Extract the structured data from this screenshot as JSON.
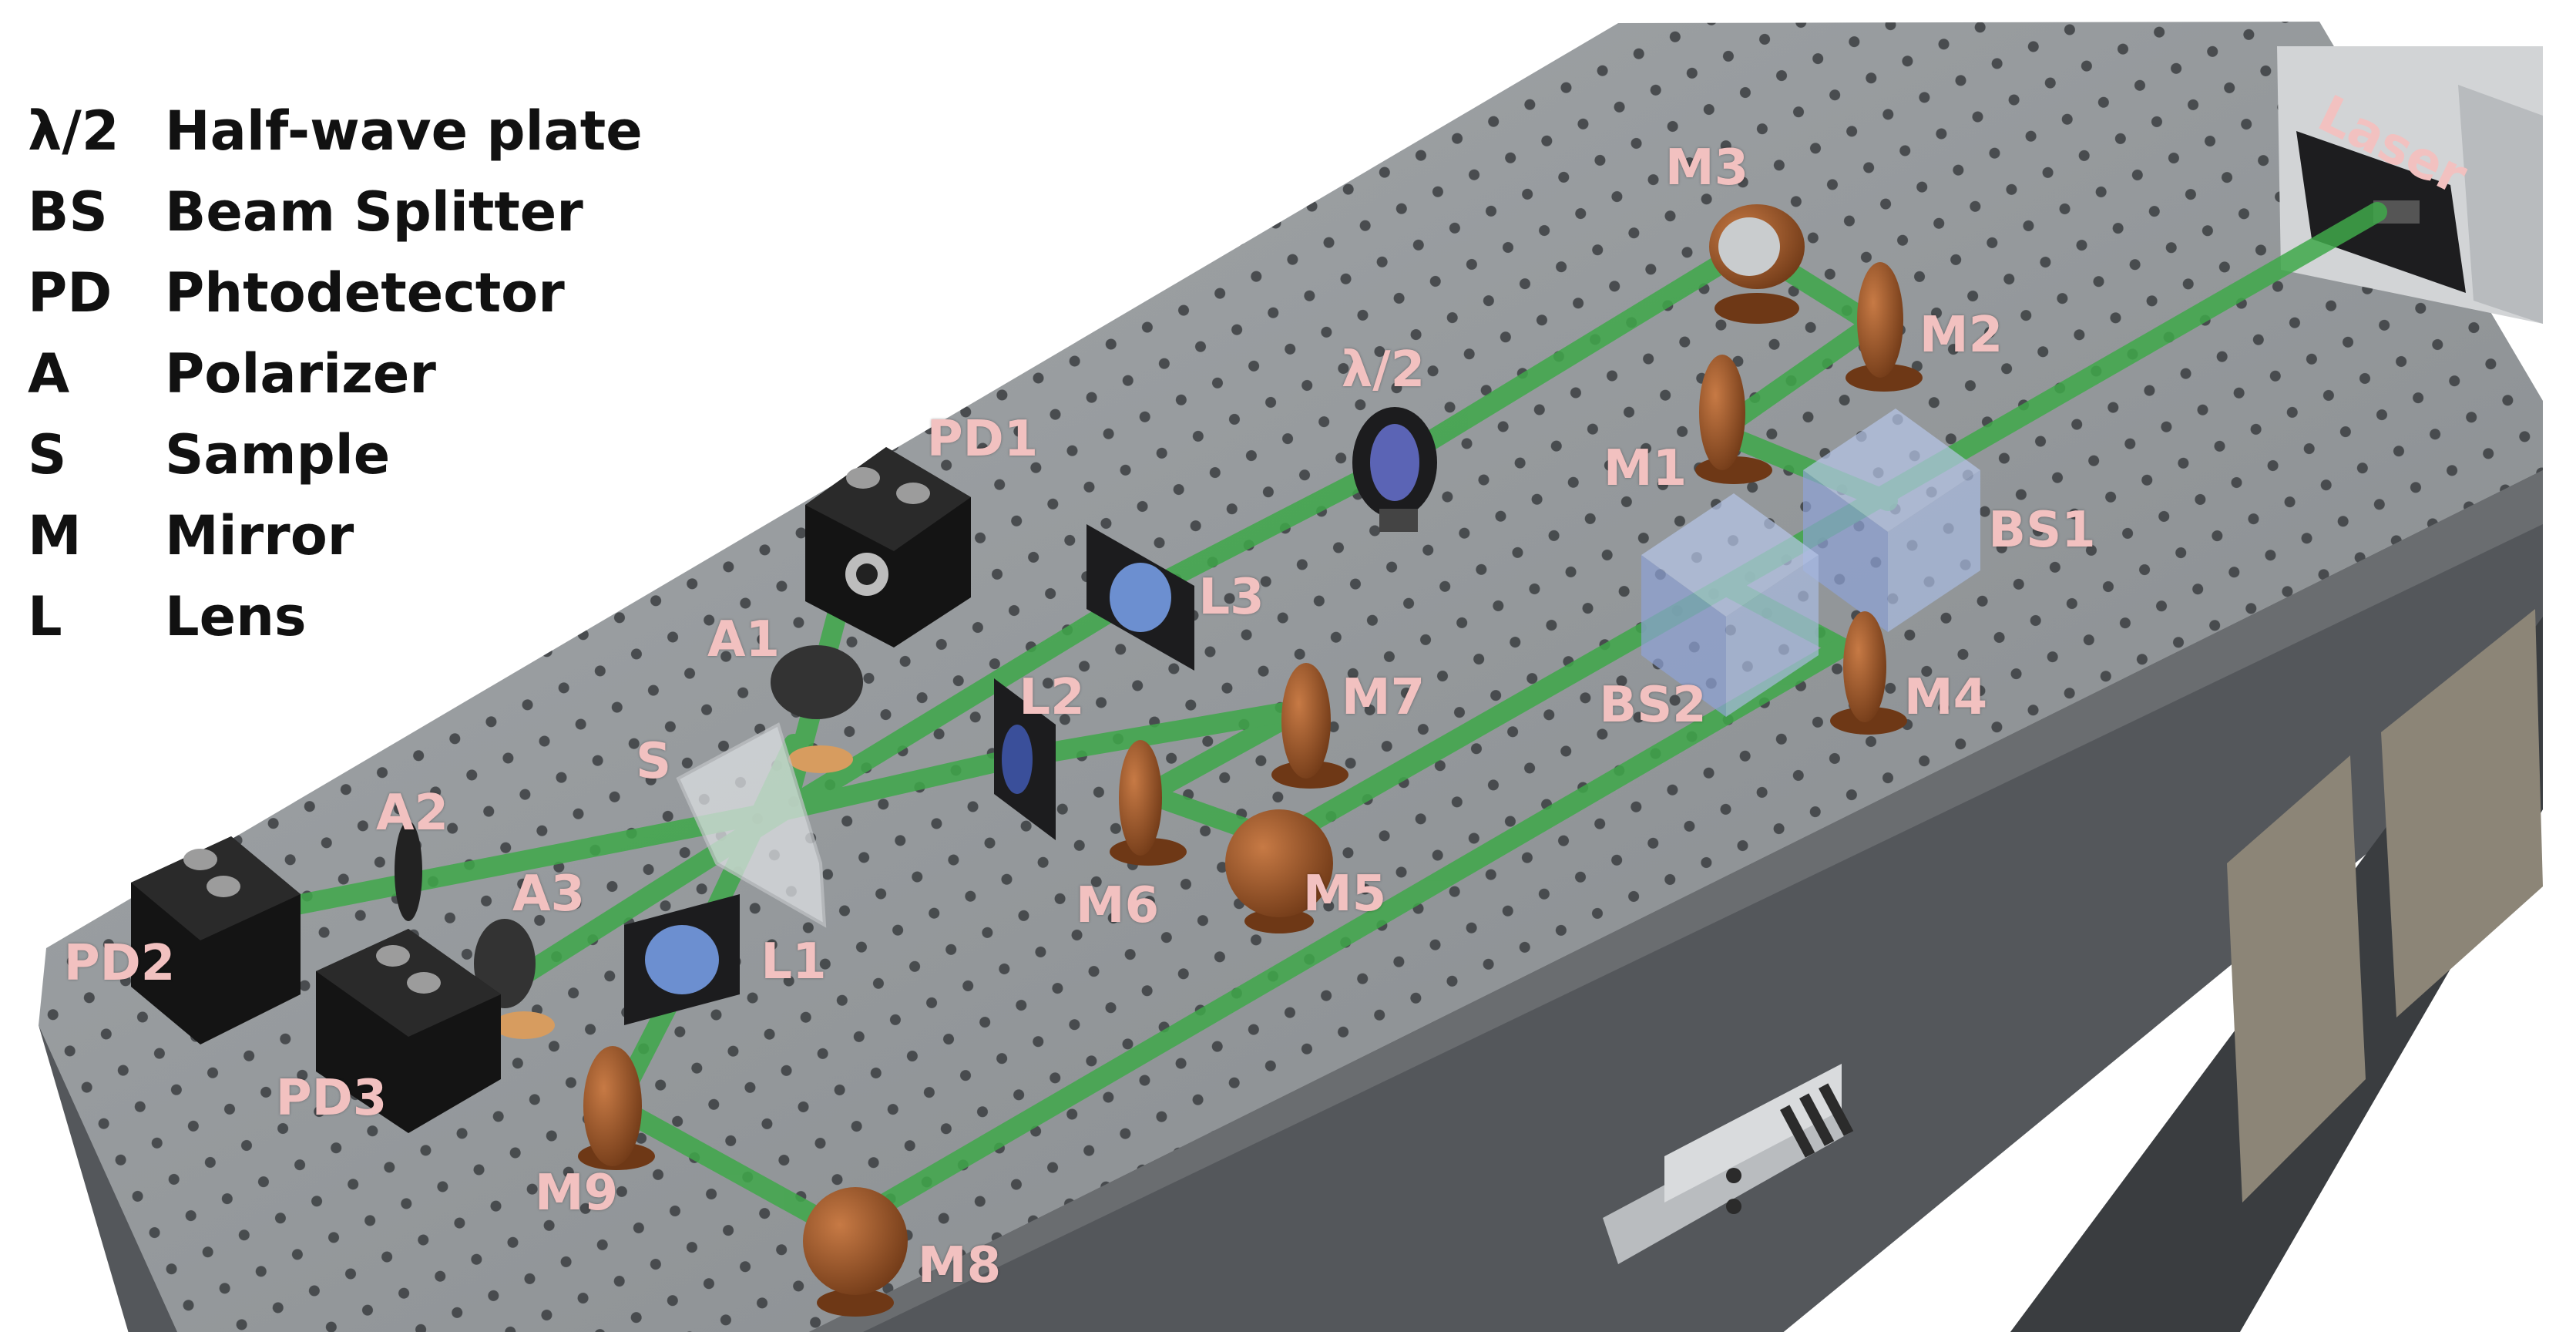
{
  "legend": [
    {
      "abbr": "λ/2",
      "desc": "Half-wave plate"
    },
    {
      "abbr": "BS",
      "desc": "Beam Splitter"
    },
    {
      "abbr": "PD",
      "desc": "Phtodetector"
    },
    {
      "abbr": "A",
      "desc": "Polarizer"
    },
    {
      "abbr": "S",
      "desc": "Sample"
    },
    {
      "abbr": "M",
      "desc": "Mirror"
    },
    {
      "abbr": "L",
      "desc": "Lens"
    }
  ],
  "labels": {
    "laser": "Laser",
    "M1": "M1",
    "M2": "M2",
    "M3": "M3",
    "M4": "M4",
    "M5": "M5",
    "M6": "M6",
    "M7": "M7",
    "M8": "M8",
    "M9": "M9",
    "BS1": "BS1",
    "BS2": "BS2",
    "L1": "L1",
    "L2": "L2",
    "L3": "L3",
    "PD1": "PD1",
    "PD2": "PD2",
    "PD3": "PD3",
    "A1": "A1",
    "A2": "A2",
    "A3": "A3",
    "S": "S",
    "half_wave": "λ/2"
  },
  "colors": {
    "beam": "#3fa84a",
    "mirror": "#8a4a24",
    "label": "#f2c1c0",
    "table_top": "#8f9396",
    "cabinet": "#4d5054",
    "beam_splitter": "#9fb4df"
  }
}
